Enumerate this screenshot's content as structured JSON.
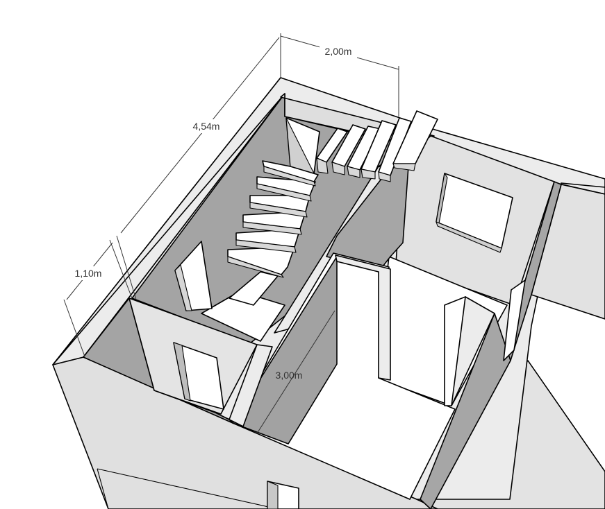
{
  "diagram": {
    "dimensions": {
      "stair_width": "2,00m",
      "stair_length": "4,54m",
      "landing": "1,10m",
      "room_width": "3,00m"
    },
    "colors": {
      "wall_top": "#e6e6e6",
      "wall_face": "#e0e0e0",
      "floor": "#ffffff",
      "shadow": "#a0a0a0",
      "edge": "#000000"
    }
  }
}
